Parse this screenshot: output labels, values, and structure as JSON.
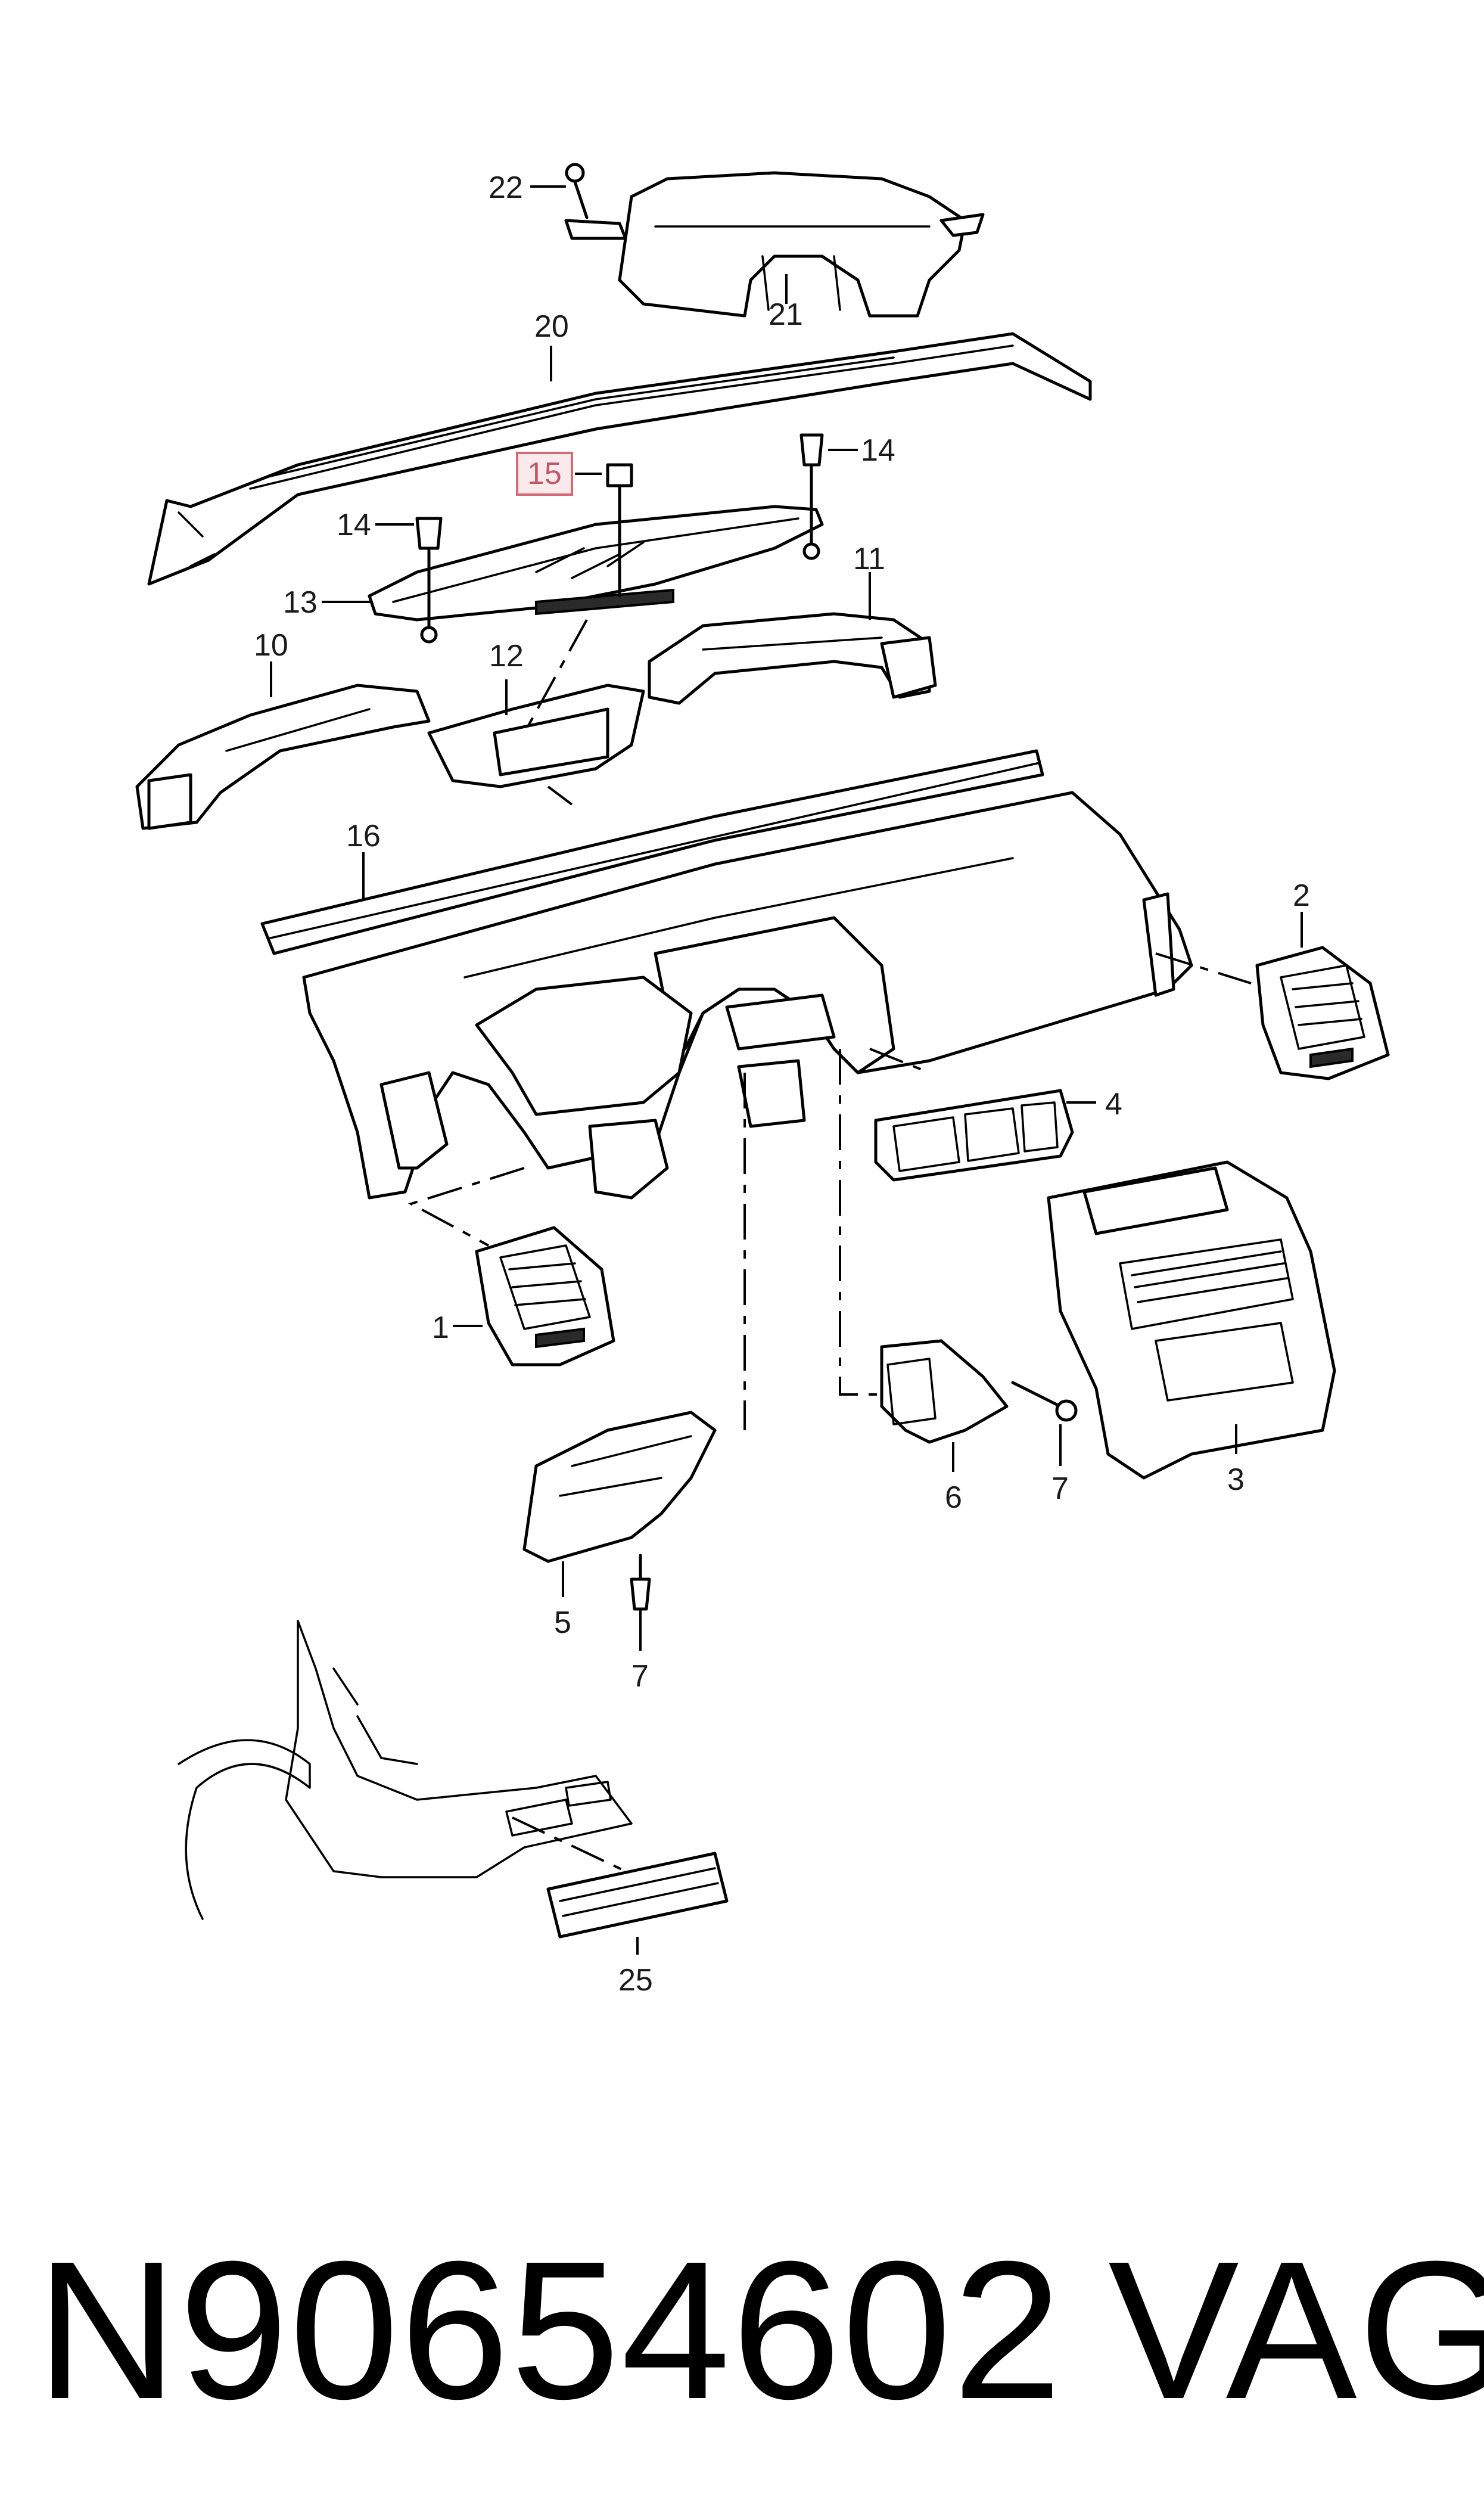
{
  "diagram": {
    "callouts": [
      {
        "id": "22",
        "label": "22"
      },
      {
        "id": "21",
        "label": "21"
      },
      {
        "id": "20",
        "label": "20"
      },
      {
        "id": "15",
        "label": "15",
        "highlighted": true
      },
      {
        "id": "14a",
        "label": "14"
      },
      {
        "id": "14b",
        "label": "14"
      },
      {
        "id": "13",
        "label": "13"
      },
      {
        "id": "11",
        "label": "11"
      },
      {
        "id": "10",
        "label": "10"
      },
      {
        "id": "12",
        "label": "12"
      },
      {
        "id": "16",
        "label": "16"
      },
      {
        "id": "2",
        "label": "2"
      },
      {
        "id": "4",
        "label": "4"
      },
      {
        "id": "1",
        "label": "1"
      },
      {
        "id": "3",
        "label": "3"
      },
      {
        "id": "6",
        "label": "6"
      },
      {
        "id": "7a",
        "label": "7"
      },
      {
        "id": "7b",
        "label": "7"
      },
      {
        "id": "5",
        "label": "5"
      },
      {
        "id": "25",
        "label": "25"
      }
    ],
    "highlight_color": "#d46a78"
  },
  "footer": {
    "part_number": "N90654602",
    "brand": "VAG"
  }
}
